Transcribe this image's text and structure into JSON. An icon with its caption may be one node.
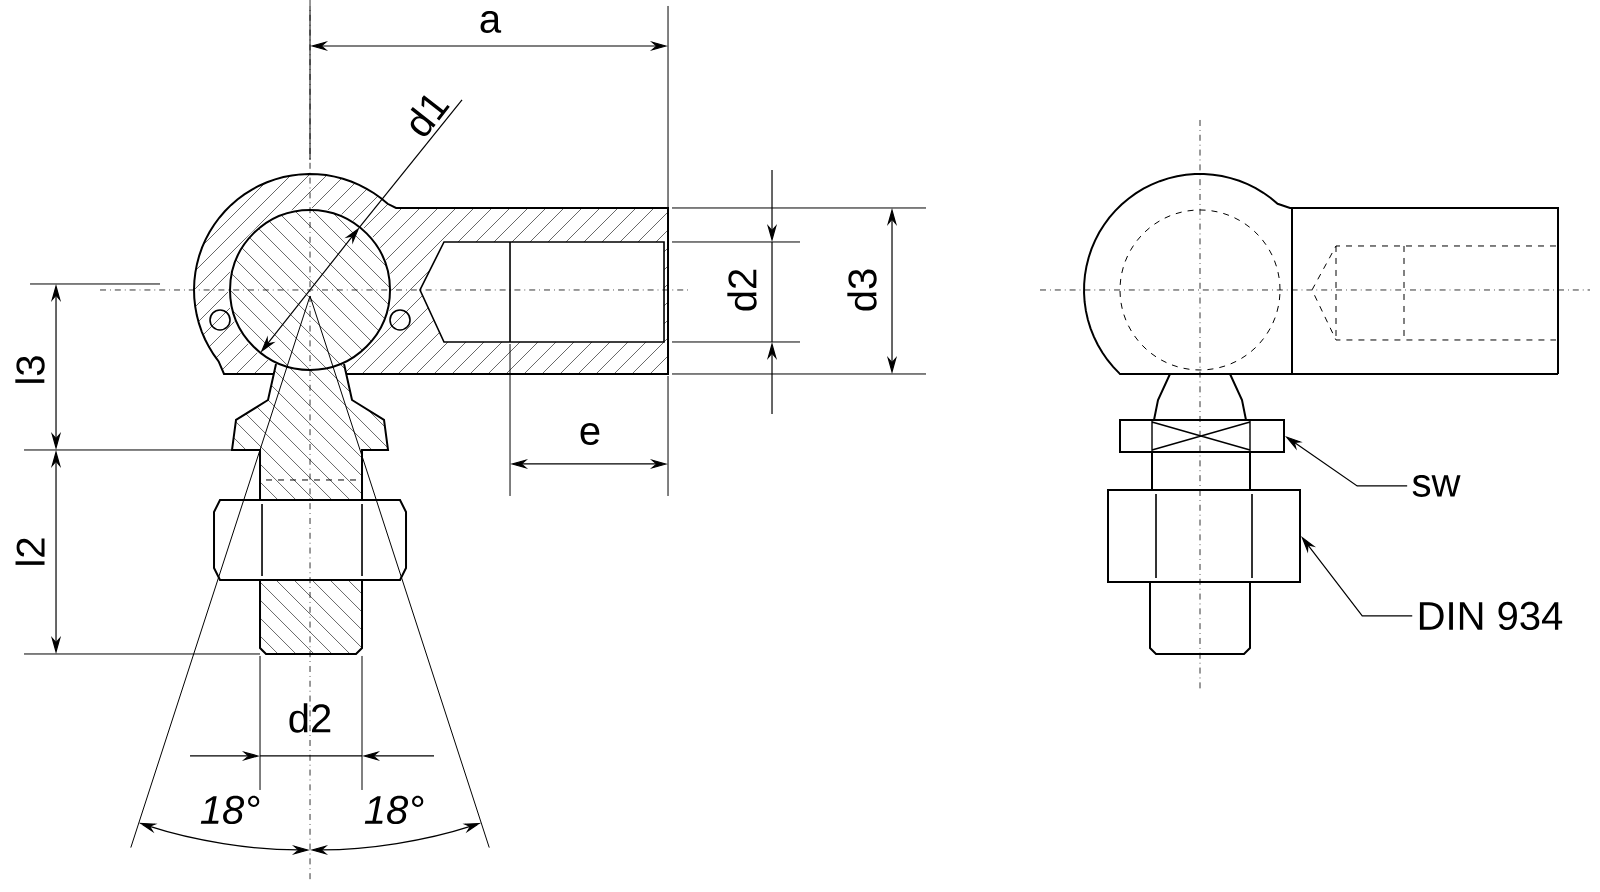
{
  "diagram": {
    "nodes": [
      {
        "text": [
          "sw"
        ]
      },
      {
        "text": [],
        "shape": "box"
      },
      {
        "text": [
          "DIN 934"
        ]
      },
      {
        "text": [],
        "shape": "box"
      }
    ],
    "edges": [
      {
        "from": 0,
        "to": 1,
        "arrow": "to"
      },
      {
        "from": 2,
        "to": 3,
        "arrow": "to"
      }
    ],
    "labels": [
      "a",
      "d1",
      "d2",
      "d3",
      "l3",
      "e",
      "l2",
      "d2",
      "18°",
      "18°"
    ]
  }
}
